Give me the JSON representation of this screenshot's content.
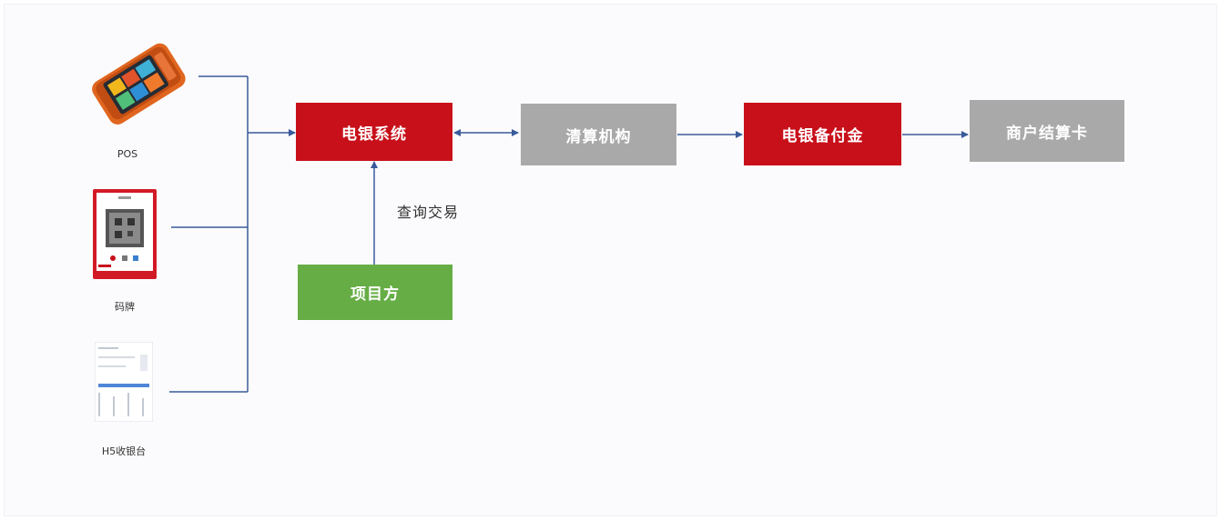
{
  "devices": {
    "pos_label": "POS",
    "qr_label": "码牌",
    "h5_label": "H5收银台"
  },
  "nodes": {
    "core": "电银系统",
    "clearing": "清算机构",
    "reserve": "电银备付金",
    "merchant": "商户结算卡",
    "project": "项目方"
  },
  "edges": {
    "query_label": "查询交易"
  },
  "colors": {
    "red": "#c8101a",
    "gray": "#a9a9a9",
    "green": "#66ad45",
    "line": "#3a5b9a"
  }
}
